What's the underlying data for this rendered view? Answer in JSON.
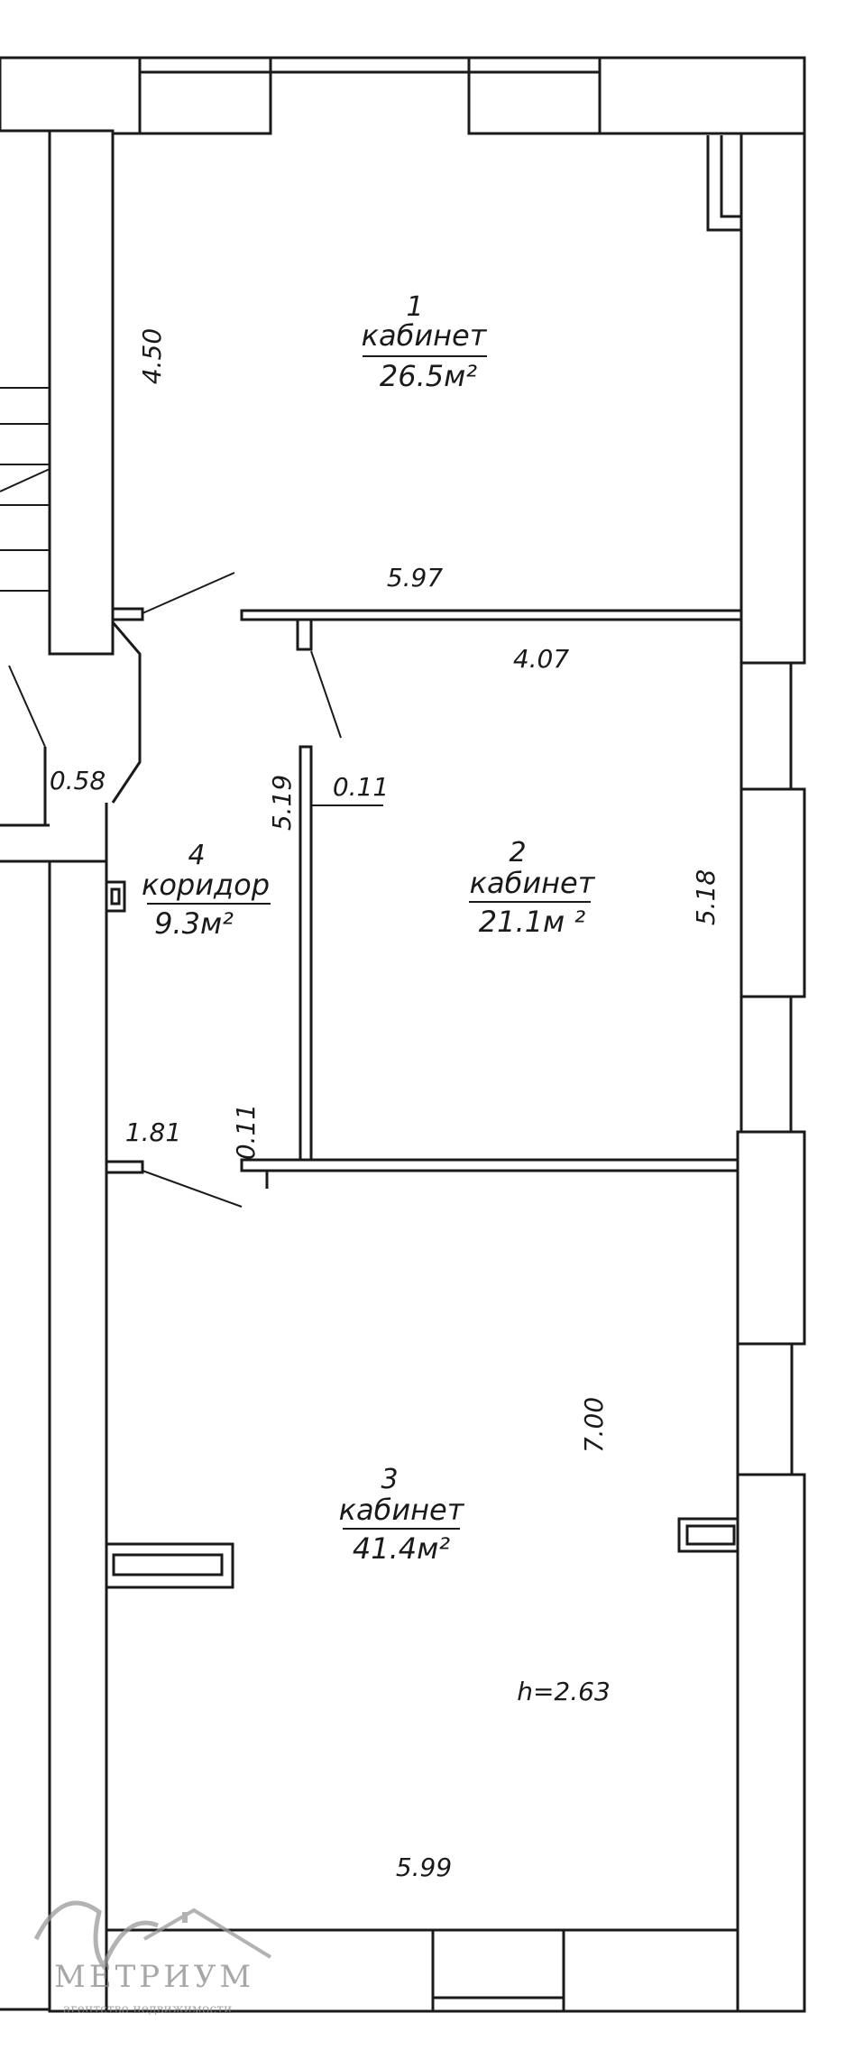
{
  "rooms": [
    {
      "number": "1",
      "name": "кабинет",
      "area": "26.5м²"
    },
    {
      "number": "2",
      "name": "кабинет",
      "area": "21.1м ²"
    },
    {
      "number": "3",
      "name": "кабинет",
      "area": "41.4м²"
    },
    {
      "number": "4",
      "name": "коридор",
      "area": "9.3м²"
    }
  ],
  "dimensions": {
    "room1_height": "4.50",
    "room1_width": "5.97",
    "room2_width": "4.07",
    "room2_height": "5.18",
    "corridor_length": "5.19",
    "wall_thickness_top": "0.11",
    "wall_thickness_bottom": "0.11",
    "corridor_width": "1.81",
    "stair_gap": "0.58",
    "room3_height": "7.00",
    "room3_width": "5.99"
  },
  "ceiling_height": "h=2.63",
  "watermark": {
    "brand": "МЕТРИУМ",
    "tagline": "агентство недвижимости"
  }
}
